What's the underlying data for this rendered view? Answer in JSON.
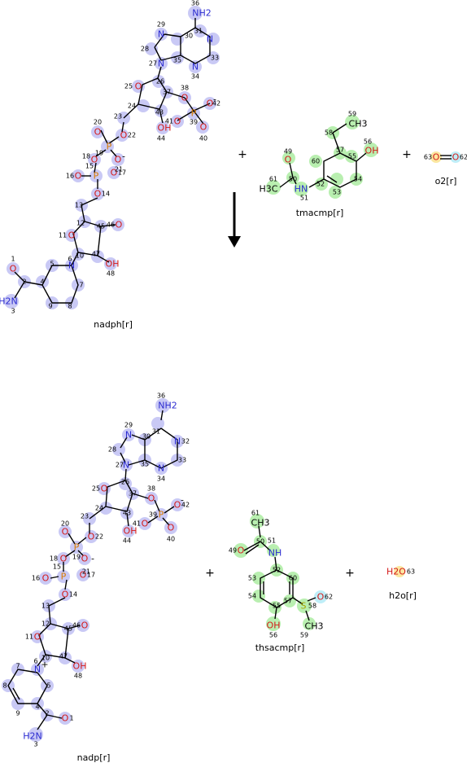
{
  "reactants": {
    "nadph": "nadph[r]",
    "tmacmp": "tmacmp[r]",
    "o2": "o2[r]"
  },
  "products": {
    "nadp": "nadp[r]",
    "thsacmp": "thsacmp[r]",
    "h2o": "h2o[r]"
  },
  "symbols": {
    "plus": "+",
    "arrow": "→"
  },
  "atoms": {
    "NH2": "NH2",
    "N": "N",
    "O": "O",
    "OH": "OH",
    "P": "P",
    "S": "S",
    "HN": "HN",
    "NH": "NH",
    "H3C": "H3C",
    "CH3": "CH3",
    "H2N": "H2N",
    "H2O": "H2O",
    "minus": "-",
    "plus_charge": "+"
  },
  "colors": {
    "nadph_highlight": "#c9c9f5",
    "thio_highlight": "#b9efb0",
    "oxygen_a": "#fbe7a0",
    "oxygen_b": "#bfeef8"
  }
}
